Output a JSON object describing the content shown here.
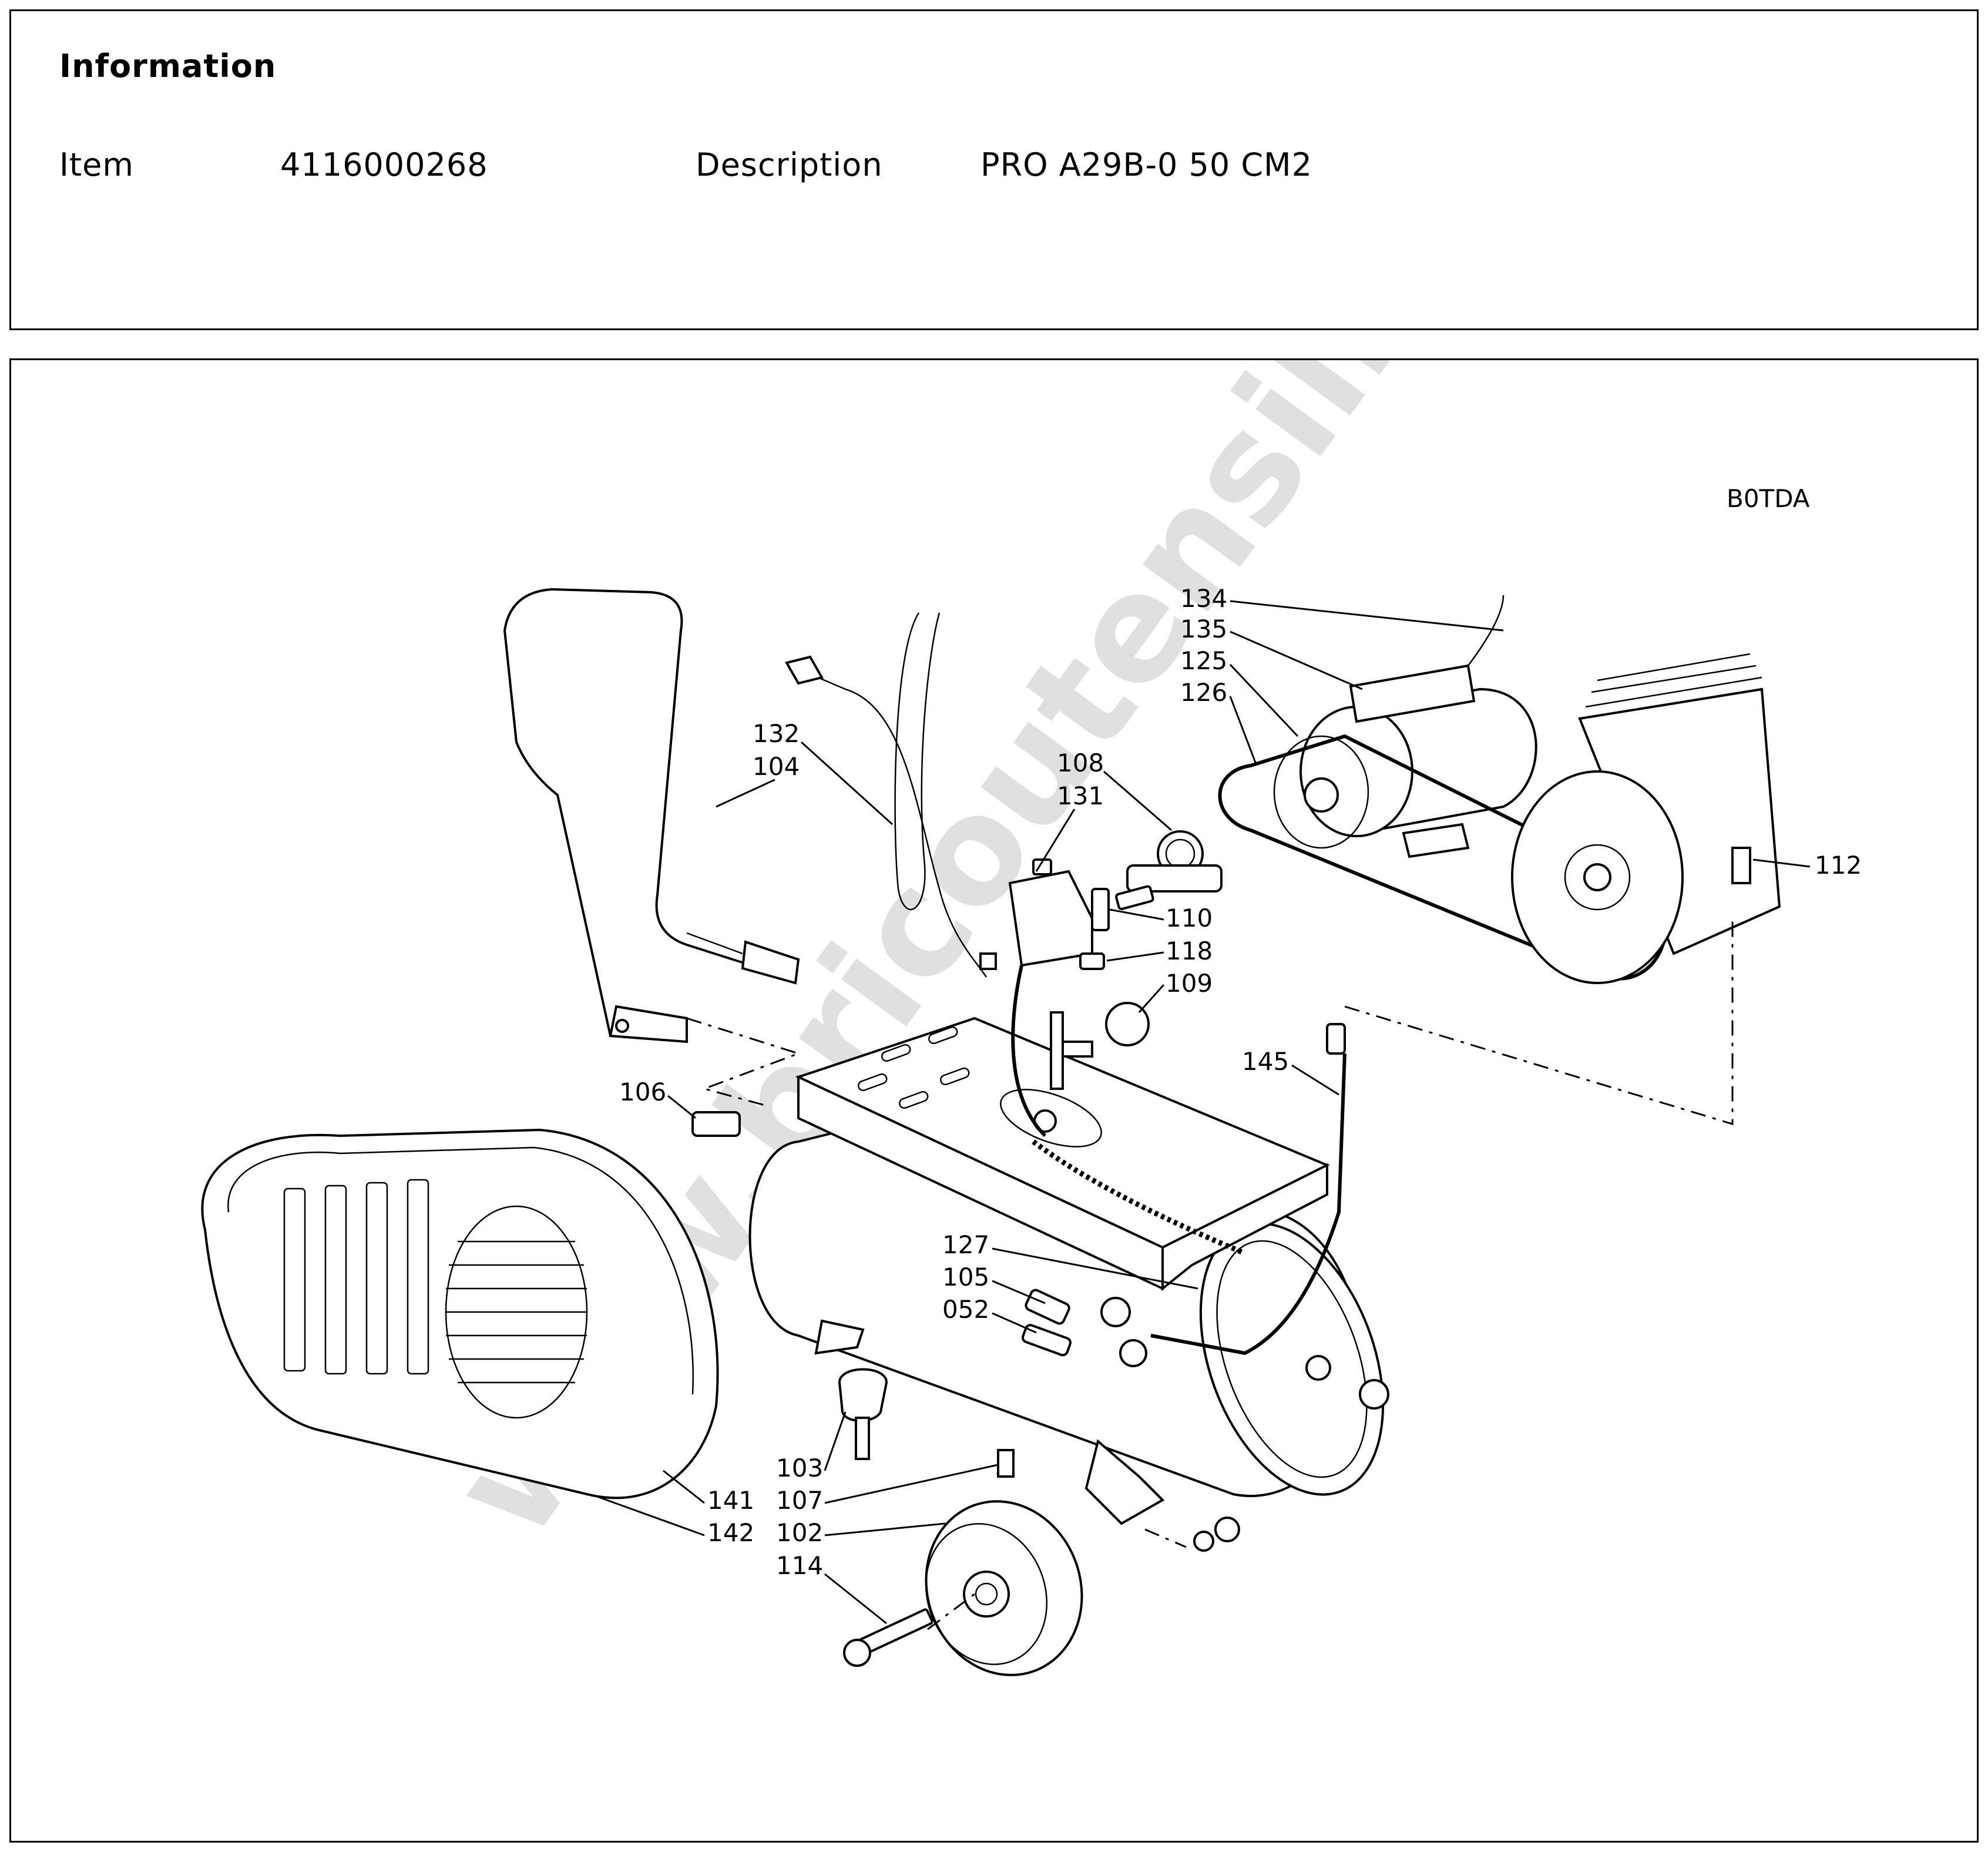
{
  "info": {
    "title": "Information",
    "item_label": "Item",
    "item_value": "4116000268",
    "description_label": "Description",
    "description_value": "PRO A29B-0 50 CM2"
  },
  "diagram": {
    "code": "B0TDA",
    "watermark": "www.bricoutensili.com",
    "callouts": [
      "134",
      "135",
      "125",
      "126",
      "132",
      "104",
      "108",
      "131",
      "110",
      "118",
      "109",
      "112",
      "145",
      "106",
      "127",
      "105",
      "052",
      "103",
      "107",
      "102",
      "114",
      "141",
      "142"
    ]
  }
}
